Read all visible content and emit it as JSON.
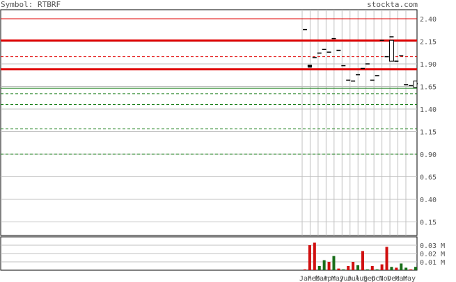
{
  "header": {
    "symbol_label": "Symbol: RTBRF",
    "site": "stockta.com"
  },
  "colors": {
    "resistance": "#e00000",
    "support": "#1a7f1a",
    "grid": "#c0c0c0",
    "frame": "#000000",
    "volume_up": "#1a6e1a",
    "volume_down": "#d01010",
    "candle": "#000000"
  },
  "chart_data": [
    {
      "type": "candlestick",
      "title": "",
      "ylim": [
        0,
        2.5
      ],
      "yticks": [
        "2.40",
        "2.15",
        "1.90",
        "1.65",
        "1.40",
        "1.15",
        "0.90",
        "0.65",
        "0.40",
        "0.15"
      ],
      "x_month_labels": [
        "Jan",
        "Feb",
        "Mar",
        "Apr",
        "May",
        "Jun",
        "Jul",
        "Aug",
        "Sep",
        "Oct",
        "Nov",
        "Dec",
        "Mar",
        "May"
      ],
      "resistance_strong": [
        2.16,
        1.84
      ],
      "resistance_thin": [
        2.4
      ],
      "resistance_dashed": [
        1.98
      ],
      "support_thin": [
        1.63
      ],
      "support_dashed": [
        1.57,
        1.45,
        1.18,
        0.9
      ],
      "prices": [
        2.28,
        1.88,
        1.97,
        2.02,
        2.06,
        2.03,
        2.18,
        2.05,
        1.88,
        1.72,
        1.71,
        1.78,
        1.85,
        1.9,
        1.72,
        1.77,
        2.16,
        1.98,
        2.2,
        1.93,
        1.99,
        1.67,
        1.66,
        1.68
      ]
    },
    {
      "type": "bar",
      "title": "Volume",
      "ylim": [
        0,
        0.04
      ],
      "yticks": [
        "0.03 M",
        "0.02 M",
        "0.01 M"
      ],
      "values": [
        0.001,
        0.03,
        0.033,
        0.005,
        0.012,
        0.01,
        0.017,
        0.002,
        0.001,
        0.005,
        0.01,
        0.006,
        0.023,
        0.001,
        0.005,
        0.001,
        0.007,
        0.028,
        0.004,
        0.003,
        0.008,
        0.003,
        0.001,
        0.004
      ],
      "directions": [
        "down",
        "down",
        "down",
        "up",
        "up",
        "down",
        "up",
        "down",
        "up",
        "down",
        "down",
        "up",
        "down",
        "up",
        "down",
        "up",
        "down",
        "down",
        "up",
        "down",
        "up",
        "up",
        "down",
        "up"
      ]
    }
  ]
}
